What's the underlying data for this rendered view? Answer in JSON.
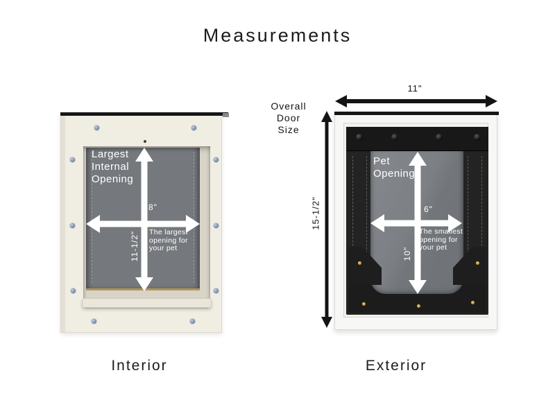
{
  "title": "Measurements",
  "interior": {
    "caption": "Interior",
    "opening_label": "Largest Internal Opening",
    "width_value": "8\"",
    "height_value": "11-1/2\"",
    "note": "The largest opening for your pet"
  },
  "exterior": {
    "caption": "Exterior",
    "opening_label": "Pet Opening",
    "width_value": "6\"",
    "height_value": "10\"",
    "note": "The smallest opening for your pet",
    "overall_size_label": "Overall Door Size",
    "overall_width": "11\"",
    "overall_height": "15-1/2\""
  },
  "colors": {
    "interior_frame": "#f0ede3",
    "flap_gray": "#75797d",
    "leather_black": "#232323",
    "arrow_white": "#ffffff",
    "dimension_black": "#141414",
    "gold_rivet": "#c59b3a",
    "screw_blue": "#7589ab"
  }
}
